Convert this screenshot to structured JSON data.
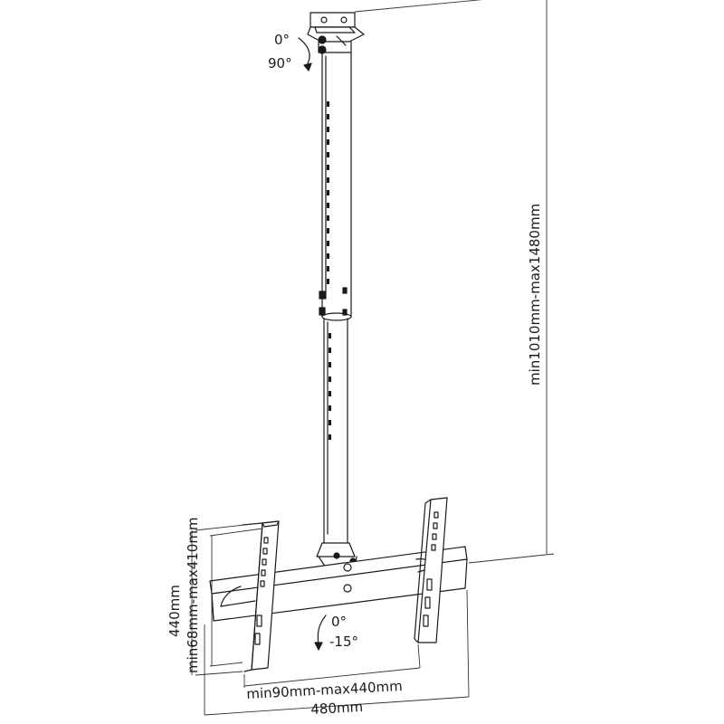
{
  "labels": {
    "tilt_top_zero": "0°",
    "tilt_top_ninety": "90°",
    "height_range": "min1010mm-max1480mm",
    "plate_height": "440mm",
    "vertical_hole_range": "min68mm-max410mm",
    "tilt_bottom_zero": "0°",
    "tilt_bottom_neg": "-15°",
    "horizontal_hole_range": "min90mm-max440mm",
    "plate_width": "480mm"
  },
  "colors": {
    "line": "#1a1a1a",
    "fill": "#ffffff"
  }
}
